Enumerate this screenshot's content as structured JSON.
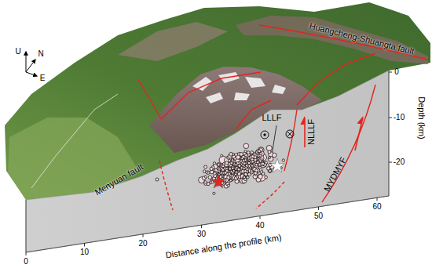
{
  "diagram": {
    "labels": [
      "U",
      "N",
      "E",
      "Huangcheng-Shuangta fault",
      "Menyuan fault",
      "LLLF",
      "NLLLF",
      "MYDMYF",
      "0",
      "-10",
      "-20",
      "Depth (km)",
      "0",
      "10",
      "20",
      "30",
      "40",
      "50",
      "60",
      "Distance along the profile (km)"
    ]
  }
}
